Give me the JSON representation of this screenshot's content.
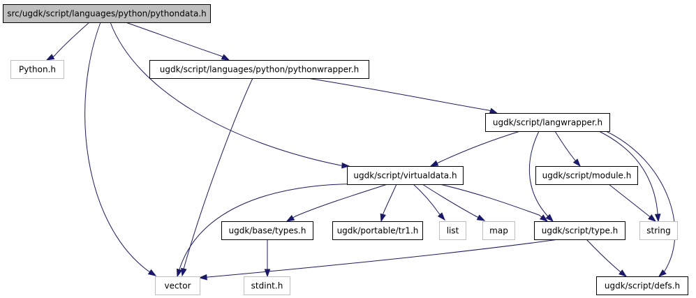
{
  "colors": {
    "edge": "#191970",
    "root_fill": "#bfbfbf",
    "box_fill": "#ffffff",
    "solid_border": "#000000",
    "external_border": "#bfbfbf"
  },
  "nodes": {
    "pythondata": "src/ugdk/script/languages/python/pythondata.h",
    "python": "Python.h",
    "pythonwrapper": "ugdk/script/languages/python/pythonwrapper.h",
    "langwrapper": "ugdk/script/langwrapper.h",
    "virtualdata": "ugdk/script/virtualdata.h",
    "module": "ugdk/script/module.h",
    "types": "ugdk/base/types.h",
    "tr1": "ugdk/portable/tr1.h",
    "list": "list",
    "map": "map",
    "type": "ugdk/script/type.h",
    "string": "string",
    "vector": "vector",
    "stdint": "stdint.h",
    "defs": "ugdk/script/defs.h"
  },
  "edges": [
    [
      "pythondata",
      "python"
    ],
    [
      "pythondata",
      "pythonwrapper"
    ],
    [
      "pythondata",
      "virtualdata"
    ],
    [
      "pythondata",
      "vector"
    ],
    [
      "pythonwrapper",
      "langwrapper"
    ],
    [
      "pythonwrapper",
      "vector"
    ],
    [
      "langwrapper",
      "virtualdata"
    ],
    [
      "langwrapper",
      "module"
    ],
    [
      "langwrapper",
      "type"
    ],
    [
      "langwrapper",
      "string"
    ],
    [
      "langwrapper",
      "defs"
    ],
    [
      "virtualdata",
      "vector"
    ],
    [
      "virtualdata",
      "types"
    ],
    [
      "virtualdata",
      "tr1"
    ],
    [
      "virtualdata",
      "list"
    ],
    [
      "virtualdata",
      "map"
    ],
    [
      "virtualdata",
      "type"
    ],
    [
      "module",
      "string"
    ],
    [
      "types",
      "stdint"
    ],
    [
      "type",
      "vector"
    ],
    [
      "type",
      "defs"
    ]
  ]
}
